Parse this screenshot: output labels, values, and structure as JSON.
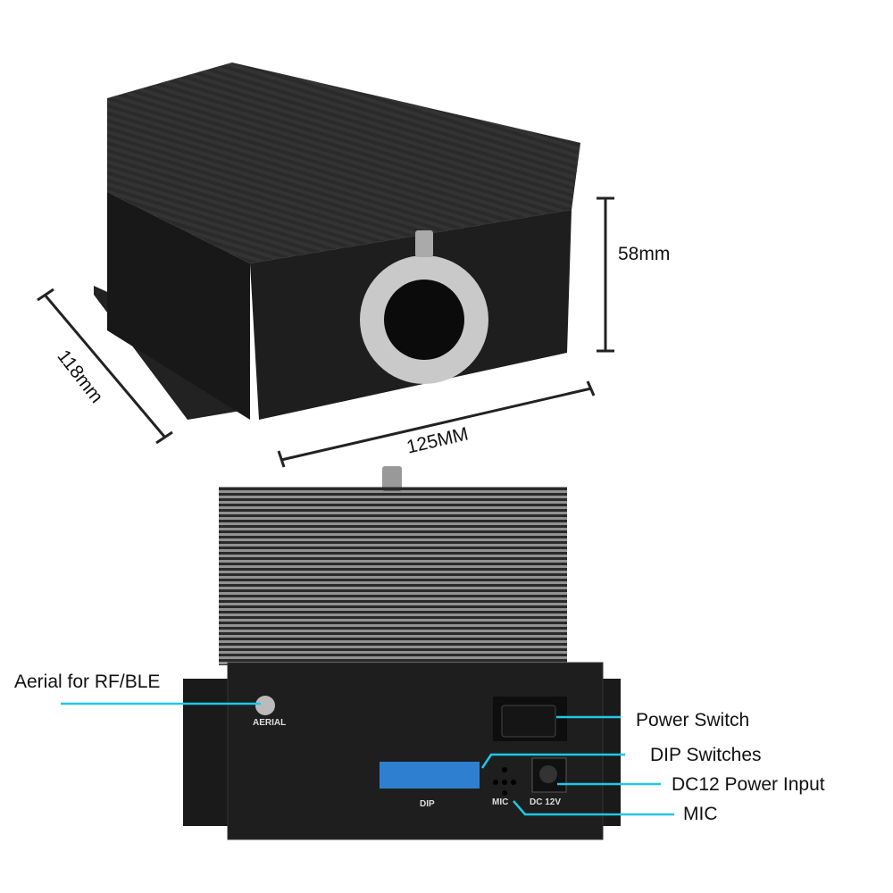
{
  "dimensions": {
    "height": "58mm",
    "depth": "118mm",
    "width": "125MM"
  },
  "callouts": {
    "aerial": "Aerial for RF/BLE",
    "power_switch": "Power Switch",
    "dip": "DIP Switches",
    "dc": "DC12 Power Input",
    "mic": "MIC"
  },
  "panel_labels": {
    "aerial": "AERIAL",
    "dip": "DIP",
    "mic": "MIC",
    "dc": "DC 12V"
  },
  "colors": {
    "callout_line": "#1ec8e6",
    "body": "#1c1c1c",
    "dip": "#2f7fd0"
  }
}
